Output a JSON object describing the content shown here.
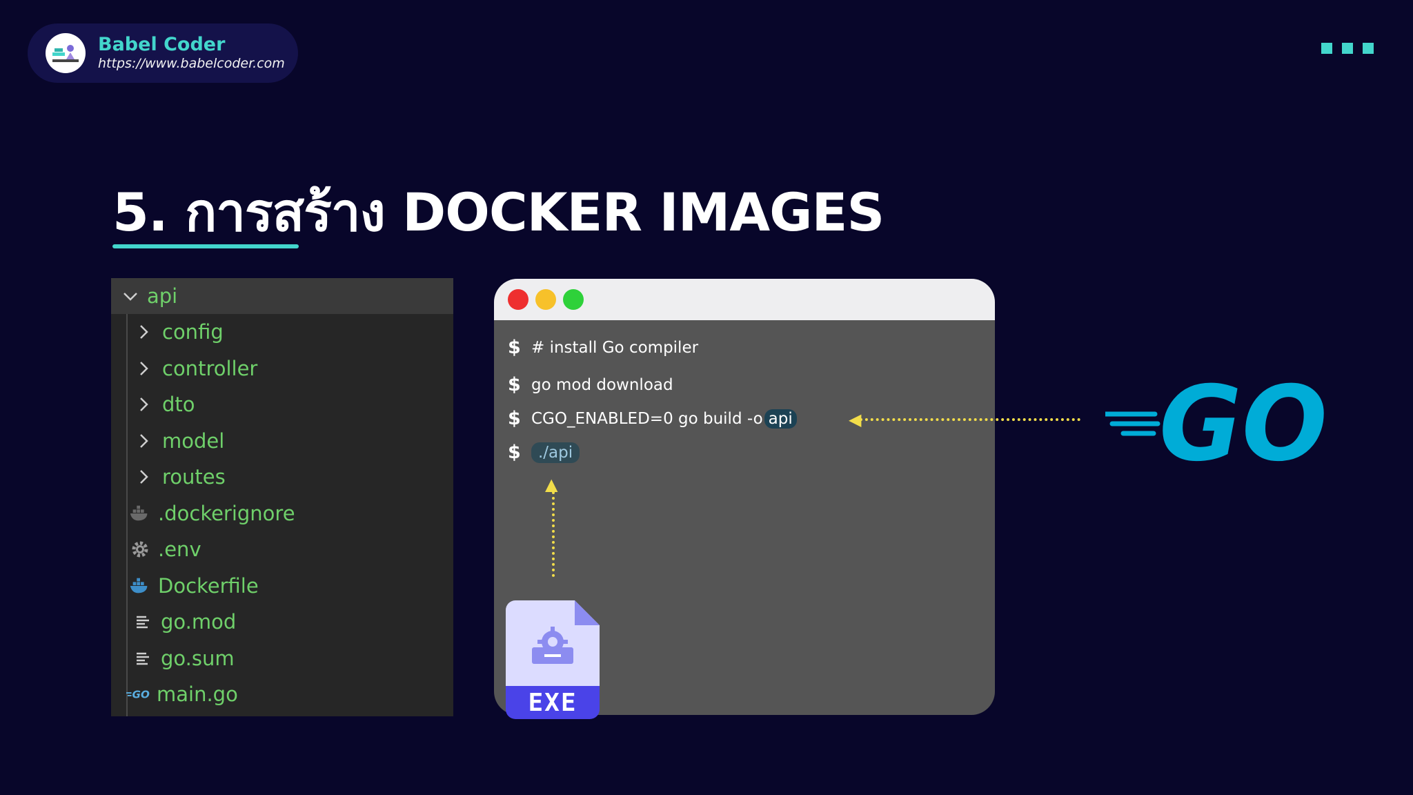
{
  "brand": {
    "name": "Babel Coder",
    "url": "https://www.babelcoder.com"
  },
  "slide": {
    "title": "5. การสร้าง DOCKER IMAGES"
  },
  "explorer": {
    "root": "api",
    "items": [
      {
        "label": "config",
        "icon": "chevron-right-icon"
      },
      {
        "label": "controller",
        "icon": "chevron-right-icon"
      },
      {
        "label": "dto",
        "icon": "chevron-right-icon"
      },
      {
        "label": "model",
        "icon": "chevron-right-icon"
      },
      {
        "label": "routes",
        "icon": "chevron-right-icon"
      },
      {
        "label": ".dockerignore",
        "icon": "docker-icon"
      },
      {
        "label": ".env",
        "icon": "gear-icon"
      },
      {
        "label": "Dockerfile",
        "icon": "docker-icon"
      },
      {
        "label": "go.mod",
        "icon": "lines-icon"
      },
      {
        "label": "go.sum",
        "icon": "lines-icon"
      },
      {
        "label": "main.go",
        "icon": "go-file-icon"
      }
    ]
  },
  "terminal": {
    "prompt": "$",
    "commands": [
      {
        "text": "# install Go compiler"
      },
      {
        "text": "go mod download"
      },
      {
        "text": "CGO_ENABLED=0 go build -o",
        "highlight": "api"
      },
      {
        "text": "",
        "highlight": "./api"
      }
    ],
    "window_dots": [
      "#ee2f2f",
      "#f7c12a",
      "#2ed13a"
    ]
  },
  "exe": {
    "label": "EXE"
  },
  "colors": {
    "background": "#08062a",
    "accent": "#43d6cc",
    "folder_text": "#6fd06a",
    "arrow": "#f2dd4a",
    "go_blue": "#00acd7"
  }
}
